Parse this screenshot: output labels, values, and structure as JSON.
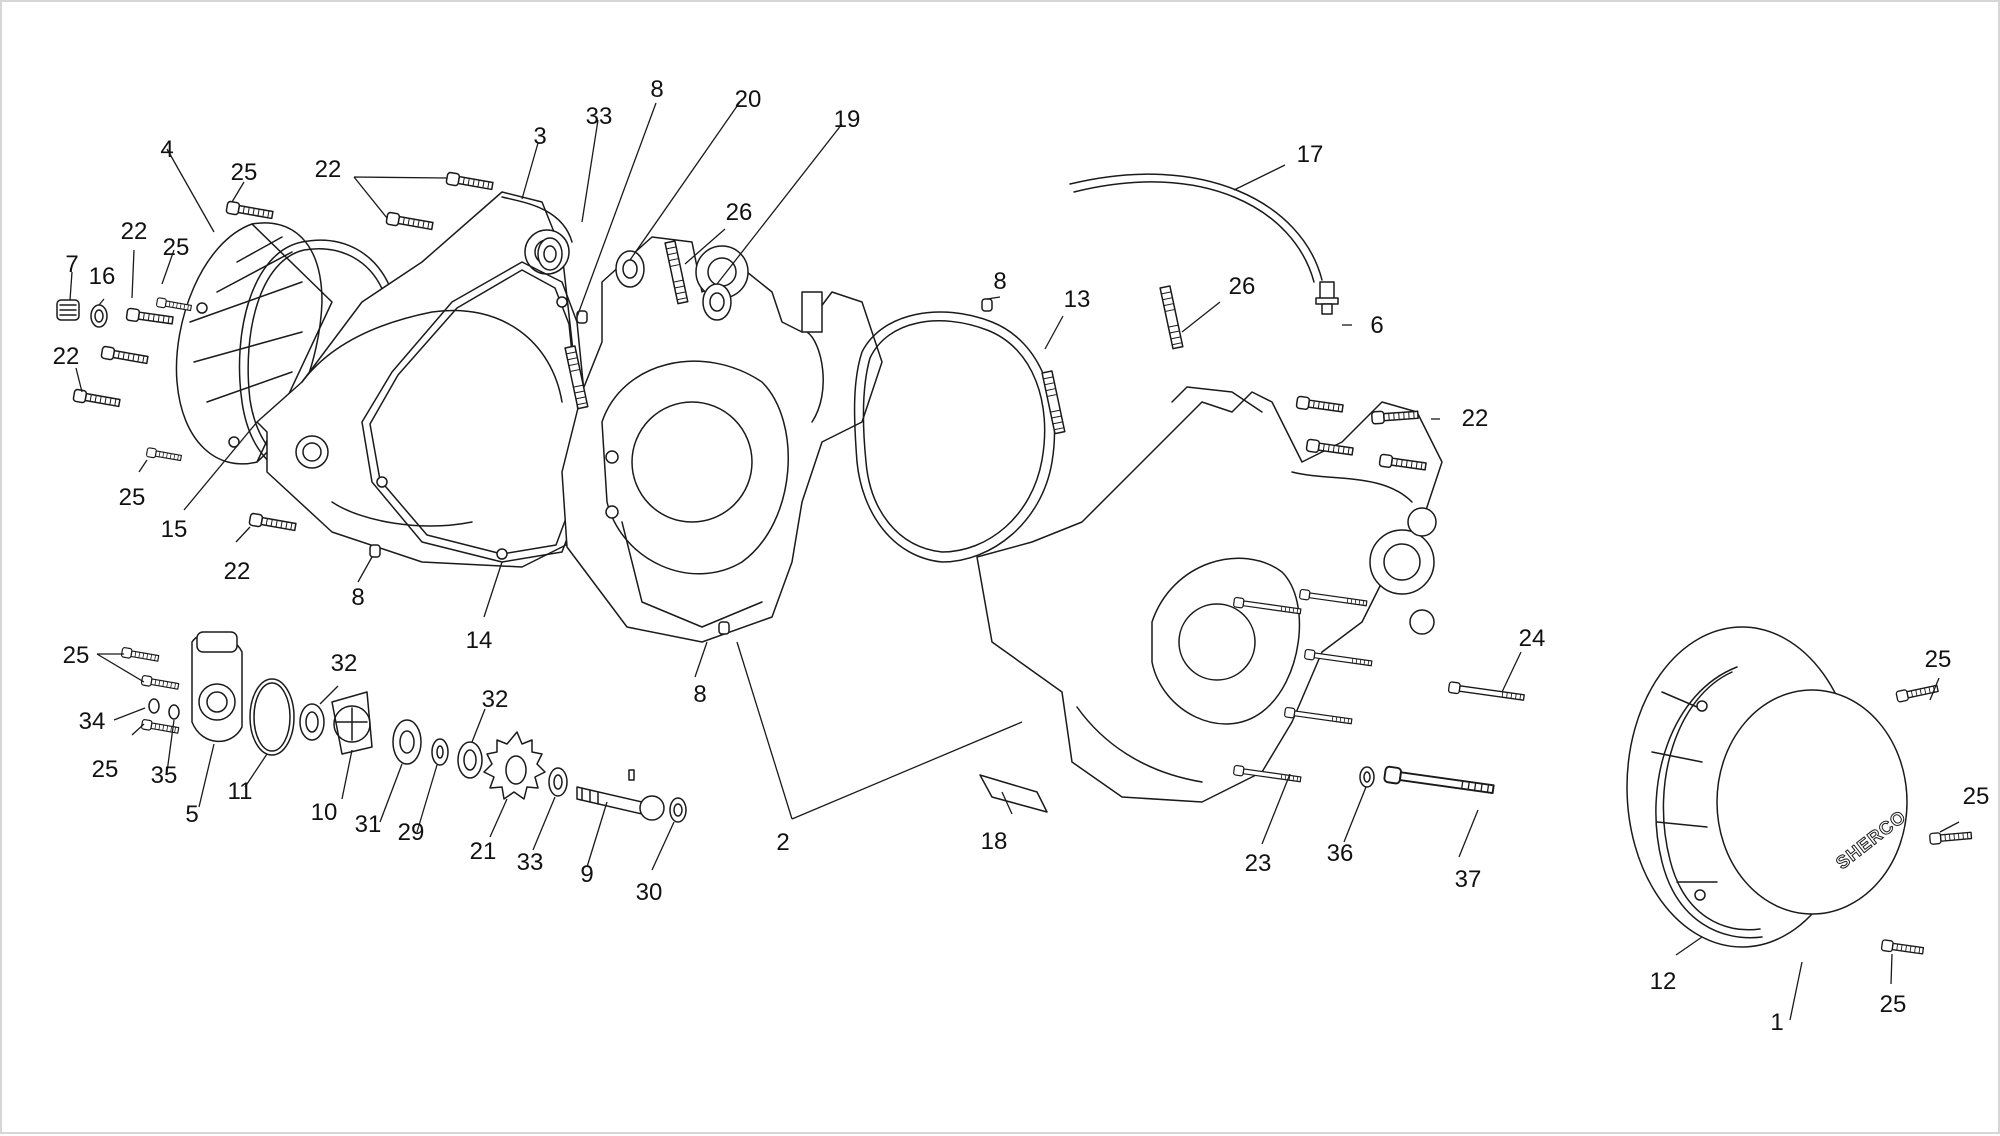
{
  "diagram": {
    "brand_logo": "SHERCO",
    "callouts": {
      "c1": "1",
      "c2": "2",
      "c3": "3",
      "c4": "4",
      "c5": "5",
      "c6": "6",
      "c7": "7",
      "c8a": "8",
      "c8b": "8",
      "c8c": "8",
      "c8d": "8",
      "c9": "9",
      "c10": "10",
      "c11": "11",
      "c12": "12",
      "c13": "13",
      "c14": "14",
      "c15": "15",
      "c16": "16",
      "c17": "17",
      "c18": "18",
      "c19": "19",
      "c20": "20",
      "c21": "21",
      "c22a": "22",
      "c22b": "22",
      "c22c": "22",
      "c22d": "22",
      "c22e": "22",
      "c23": "23",
      "c24": "24",
      "c25a": "25",
      "c25b": "25",
      "c25c": "25",
      "c25d": "25",
      "c25e": "25",
      "c25f": "25",
      "c25g": "25",
      "c26a": "26",
      "c26b": "26",
      "c29": "29",
      "c30": "30",
      "c31": "31",
      "c32a": "32",
      "c32b": "32",
      "c33a": "33",
      "c33b": "33",
      "c34": "34",
      "c35": "35",
      "c36": "36",
      "c37": "37"
    }
  }
}
